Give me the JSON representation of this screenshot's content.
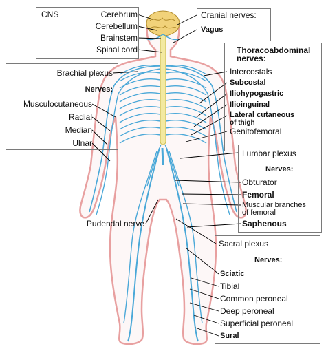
{
  "cns": {
    "title": "CNS",
    "items": [
      "Cerebrum",
      "Cerebellum",
      "Brainstem",
      "Spinal cord"
    ]
  },
  "cranial": {
    "title": "Cranial nerves:",
    "items": [
      "Vagus"
    ]
  },
  "brachial": {
    "title": "Brachial plexus",
    "nerves_heading": "Nerves:",
    "items": [
      "Musculocutaneous",
      "Radial",
      "Median",
      "Ulnar"
    ]
  },
  "thoraco": {
    "title_line1": "Thoracoabdominal",
    "title_line2": "nerves:",
    "items": [
      "Intercostals",
      "Subcostal",
      "Iliohypogastric",
      "Ilioinguinal",
      "Lateral cutaneous",
      "of thigh",
      "Genitofemoral"
    ]
  },
  "lumbar": {
    "title": "Lumbar plexus",
    "nerves_heading": "Nerves:",
    "items": [
      "Obturator",
      "Femoral",
      "Muscular branches",
      "of femoral",
      "Saphenous"
    ]
  },
  "pudendal": "Pudendal nerve",
  "sacral": {
    "title": "Sacral plexus",
    "nerves_heading": "Nerves:",
    "items": [
      "Sciatic",
      "Tibial",
      "Common peroneal",
      "Deep peroneal",
      "Superficial peroneal",
      "Sural"
    ]
  },
  "colors": {
    "nerve": "#4aa8d8",
    "nerve_dark": "#2b7fb5",
    "body_outline": "#e8a0a0",
    "spinal_cord": "#f3e9a0",
    "brain": "#f1d27a",
    "leader": "#000000",
    "box_border": "#7a7a7a"
  }
}
